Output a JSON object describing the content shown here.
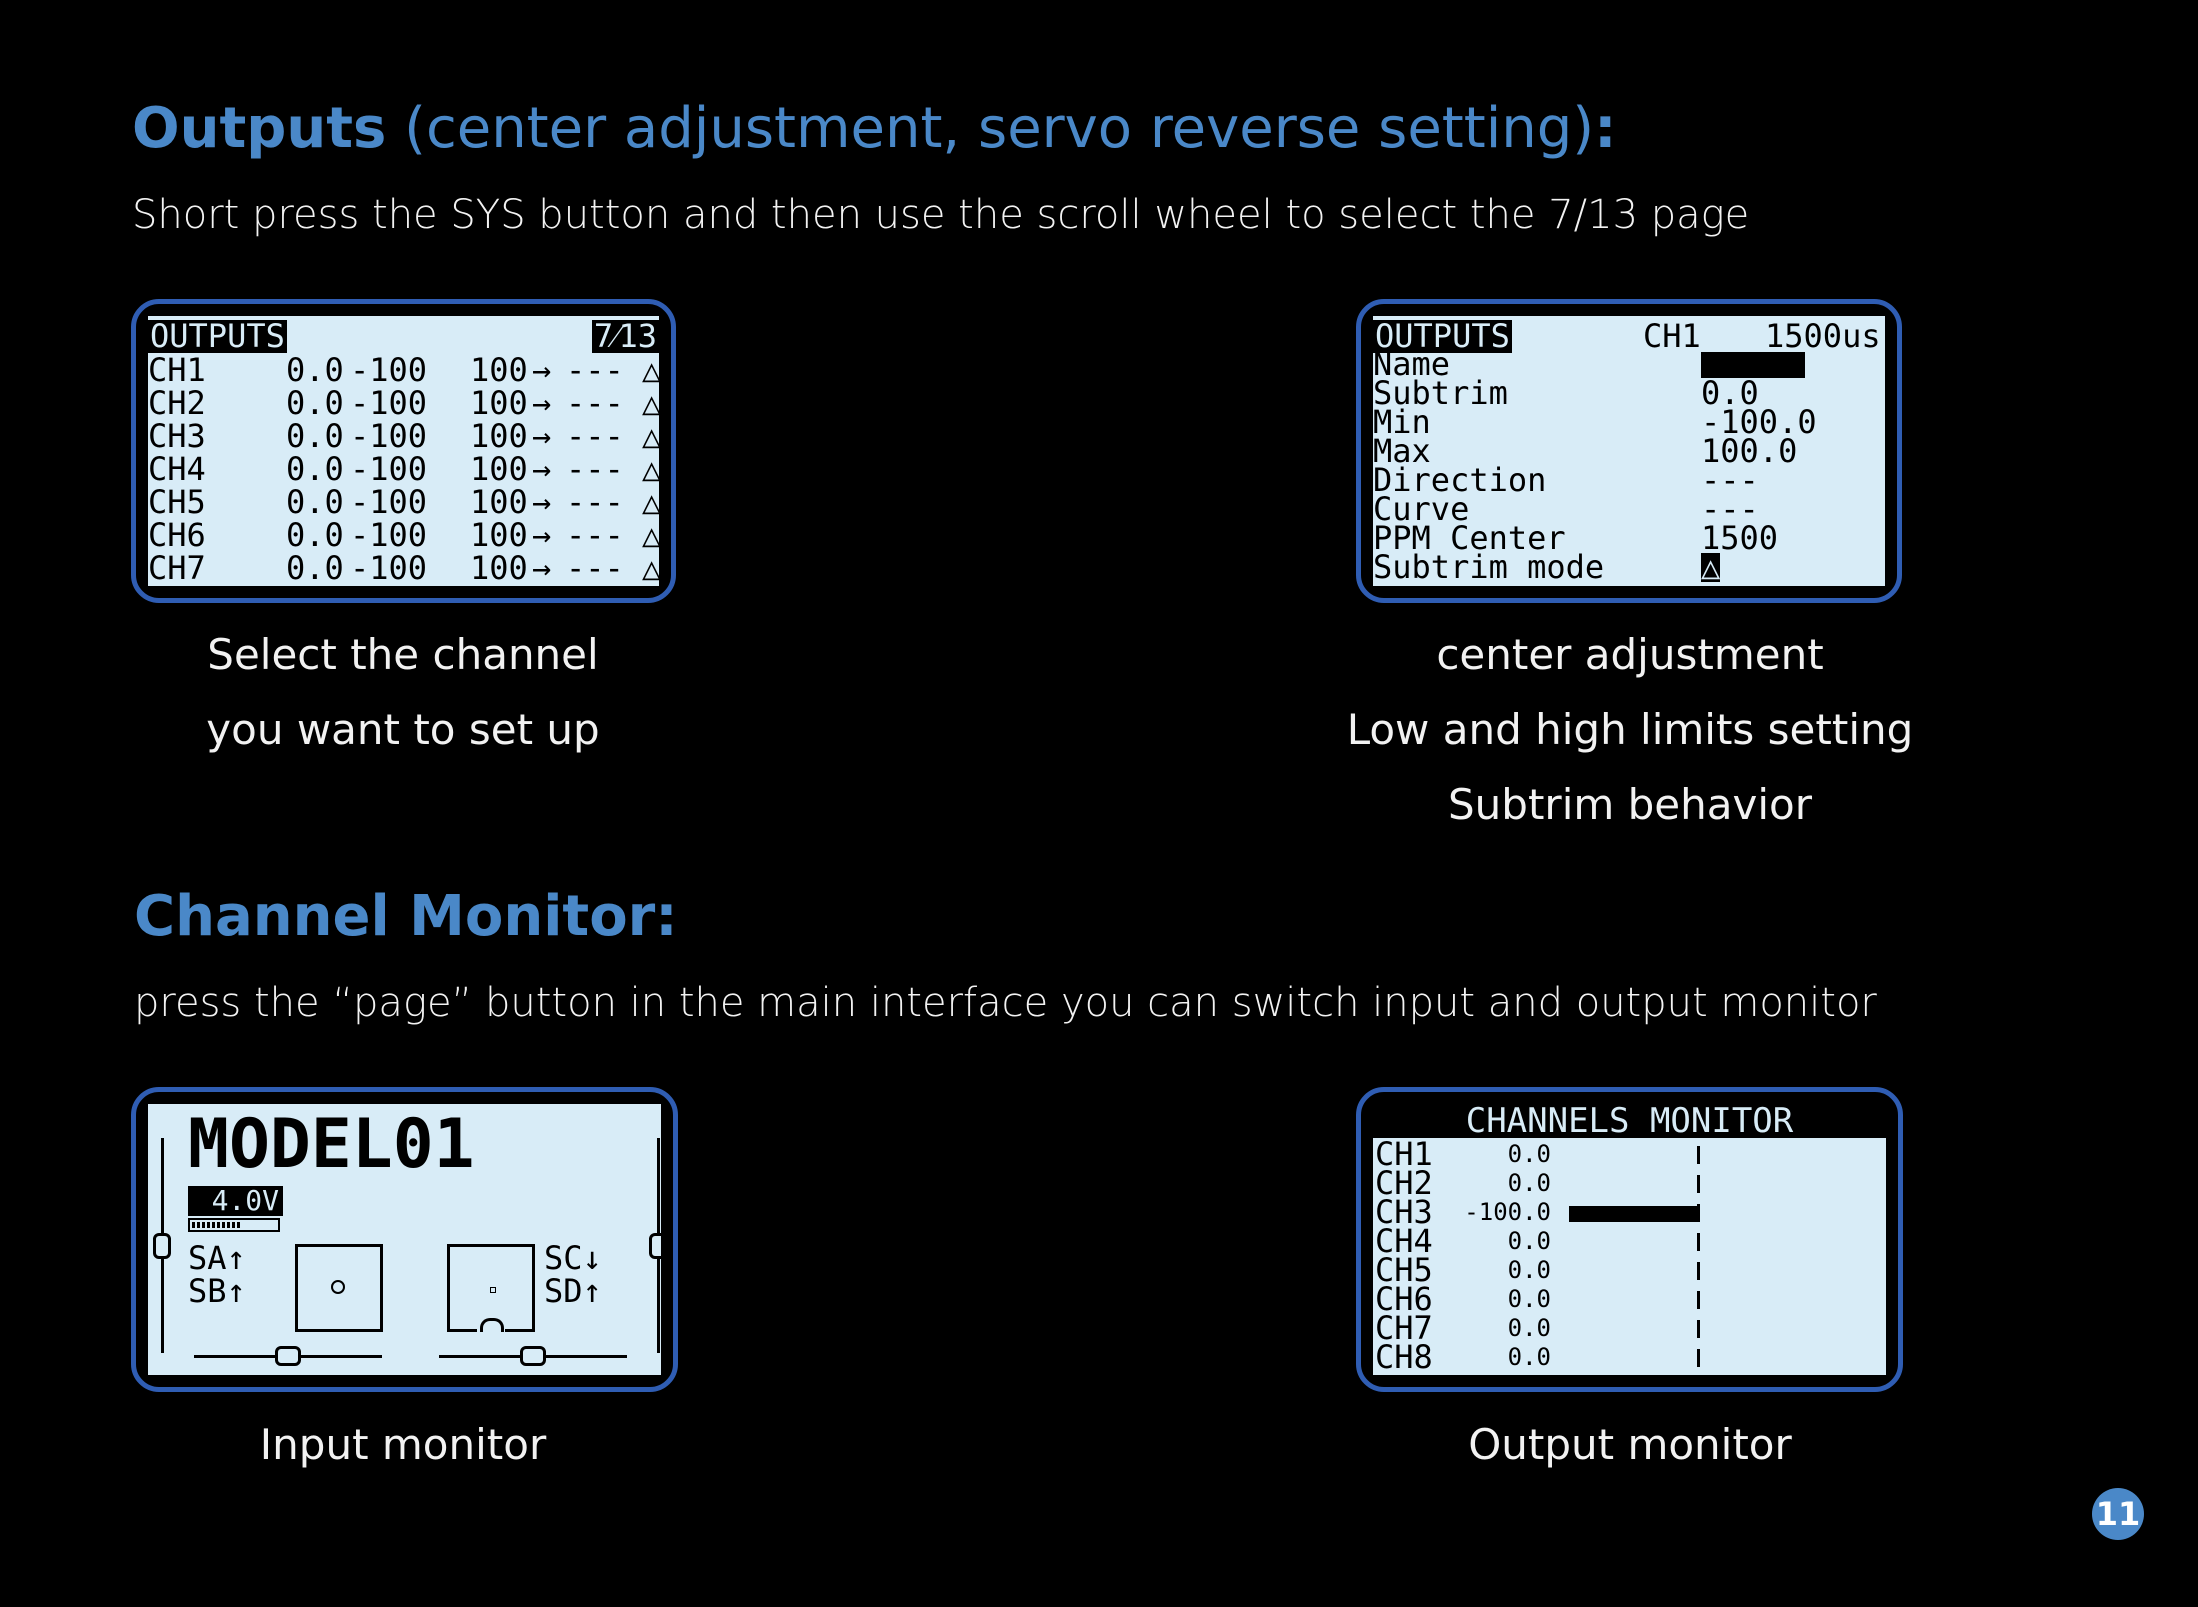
{
  "outputs_section": {
    "heading_bold": "Outputs",
    "heading_rest": " (center adjustment, servo reverse setting)",
    "heading_colon": ":",
    "intro": "Short press the SYS button and then use the scroll wheel to select the 7/13 page"
  },
  "screen_outputs_list": {
    "title": "OUTPUTS",
    "page": "7⁄13",
    "rows": [
      {
        "ch": "CH1",
        "subtrim": "0.0",
        "min": "-100",
        "max": "100",
        "arrow": "→",
        "curve": "---",
        "mode": "△"
      },
      {
        "ch": "CH2",
        "subtrim": "0.0",
        "min": "-100",
        "max": "100",
        "arrow": "→",
        "curve": "---",
        "mode": "△"
      },
      {
        "ch": "CH3",
        "subtrim": "0.0",
        "min": "-100",
        "max": "100",
        "arrow": "→",
        "curve": "---",
        "mode": "△"
      },
      {
        "ch": "CH4",
        "subtrim": "0.0",
        "min": "-100",
        "max": "100",
        "arrow": "→",
        "curve": "---",
        "mode": "△"
      },
      {
        "ch": "CH5",
        "subtrim": "0.0",
        "min": "-100",
        "max": "100",
        "arrow": "→",
        "curve": "---",
        "mode": "△"
      },
      {
        "ch": "CH6",
        "subtrim": "0.0",
        "min": "-100",
        "max": "100",
        "arrow": "→",
        "curve": "---",
        "mode": "△"
      },
      {
        "ch": "CH7",
        "subtrim": "0.0",
        "min": "-100",
        "max": "100",
        "arrow": "→",
        "curve": "---",
        "mode": "△"
      }
    ]
  },
  "screen_outputs_detail": {
    "title": "OUTPUTS",
    "channel": "CH1",
    "pulse": "1500us",
    "fields": [
      {
        "label": "Name",
        "value": ""
      },
      {
        "label": "Subtrim",
        "value": "0.0"
      },
      {
        "label": "Min",
        "value": "-100.0"
      },
      {
        "label": "Max",
        "value": "100.0"
      },
      {
        "label": "Direction",
        "value": "---"
      },
      {
        "label": "Curve",
        "value": "---"
      },
      {
        "label": "PPM Center",
        "value": "1500"
      },
      {
        "label": "Subtrim mode",
        "value": "△"
      }
    ]
  },
  "captions": {
    "left1": "Select the channel",
    "left2": "you want to set up",
    "right1": "center adjustment",
    "right2": "Low and high limits setting",
    "right3": "Subtrim behavior"
  },
  "monitor_section": {
    "heading": "Channel Monitor:",
    "intro": "press the “page” button in the main interface you can switch input and output monitor"
  },
  "screen_input_monitor": {
    "model_name": "MODEL01",
    "voltage": "4.0V",
    "left_switches": [
      "SA↑",
      "SB↑"
    ],
    "right_switches": [
      "SC↓",
      "SD↑"
    ]
  },
  "screen_output_monitor": {
    "title": "CHANNELS MONITOR",
    "channels": [
      {
        "ch": "CH1",
        "value": "0.0",
        "percent": 0
      },
      {
        "ch": "CH2",
        "value": "0.0",
        "percent": 0
      },
      {
        "ch": "CH3",
        "value": "-100.0",
        "percent": -100
      },
      {
        "ch": "CH4",
        "value": "0.0",
        "percent": 0
      },
      {
        "ch": "CH5",
        "value": "0.0",
        "percent": 0
      },
      {
        "ch": "CH6",
        "value": "0.0",
        "percent": 0
      },
      {
        "ch": "CH7",
        "value": "0.0",
        "percent": 0
      },
      {
        "ch": "CH8",
        "value": "0.0",
        "percent": 0
      }
    ]
  },
  "monitor_captions": {
    "left": "Input monitor",
    "right": "Output monitor"
  },
  "page_number": "11",
  "colors": {
    "accent": "#4a88c8",
    "frame": "#2f5db3",
    "lcd": "#d8ecf7"
  }
}
